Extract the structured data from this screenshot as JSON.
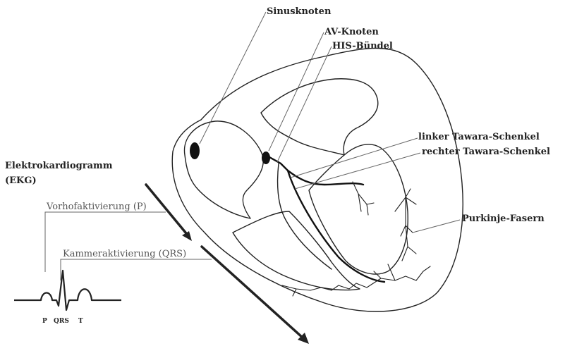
{
  "labels": {
    "sinusknoten": "Sinusknoten",
    "av_knoten": "AV-Knoten",
    "his_buendel": "HIS-Bündel",
    "linker_tawara": "linker Tawara-Schenkel",
    "rechter_tawara": "rechter Tawara-Schenkel",
    "purkinje": "Purkinje-Fasern",
    "ekg_line1": "Elektrokardiogramm",
    "ekg_line2": "(EKG)",
    "vorhof": "Vorhofaktivierung (P)",
    "kammer": "Kammeraktivierung (QRS)",
    "wave_p": "P",
    "wave_qrs": "QRS",
    "wave_t": "T"
  },
  "colors": {
    "ink": "#222222",
    "leader": "#666666",
    "node": "#111111"
  }
}
